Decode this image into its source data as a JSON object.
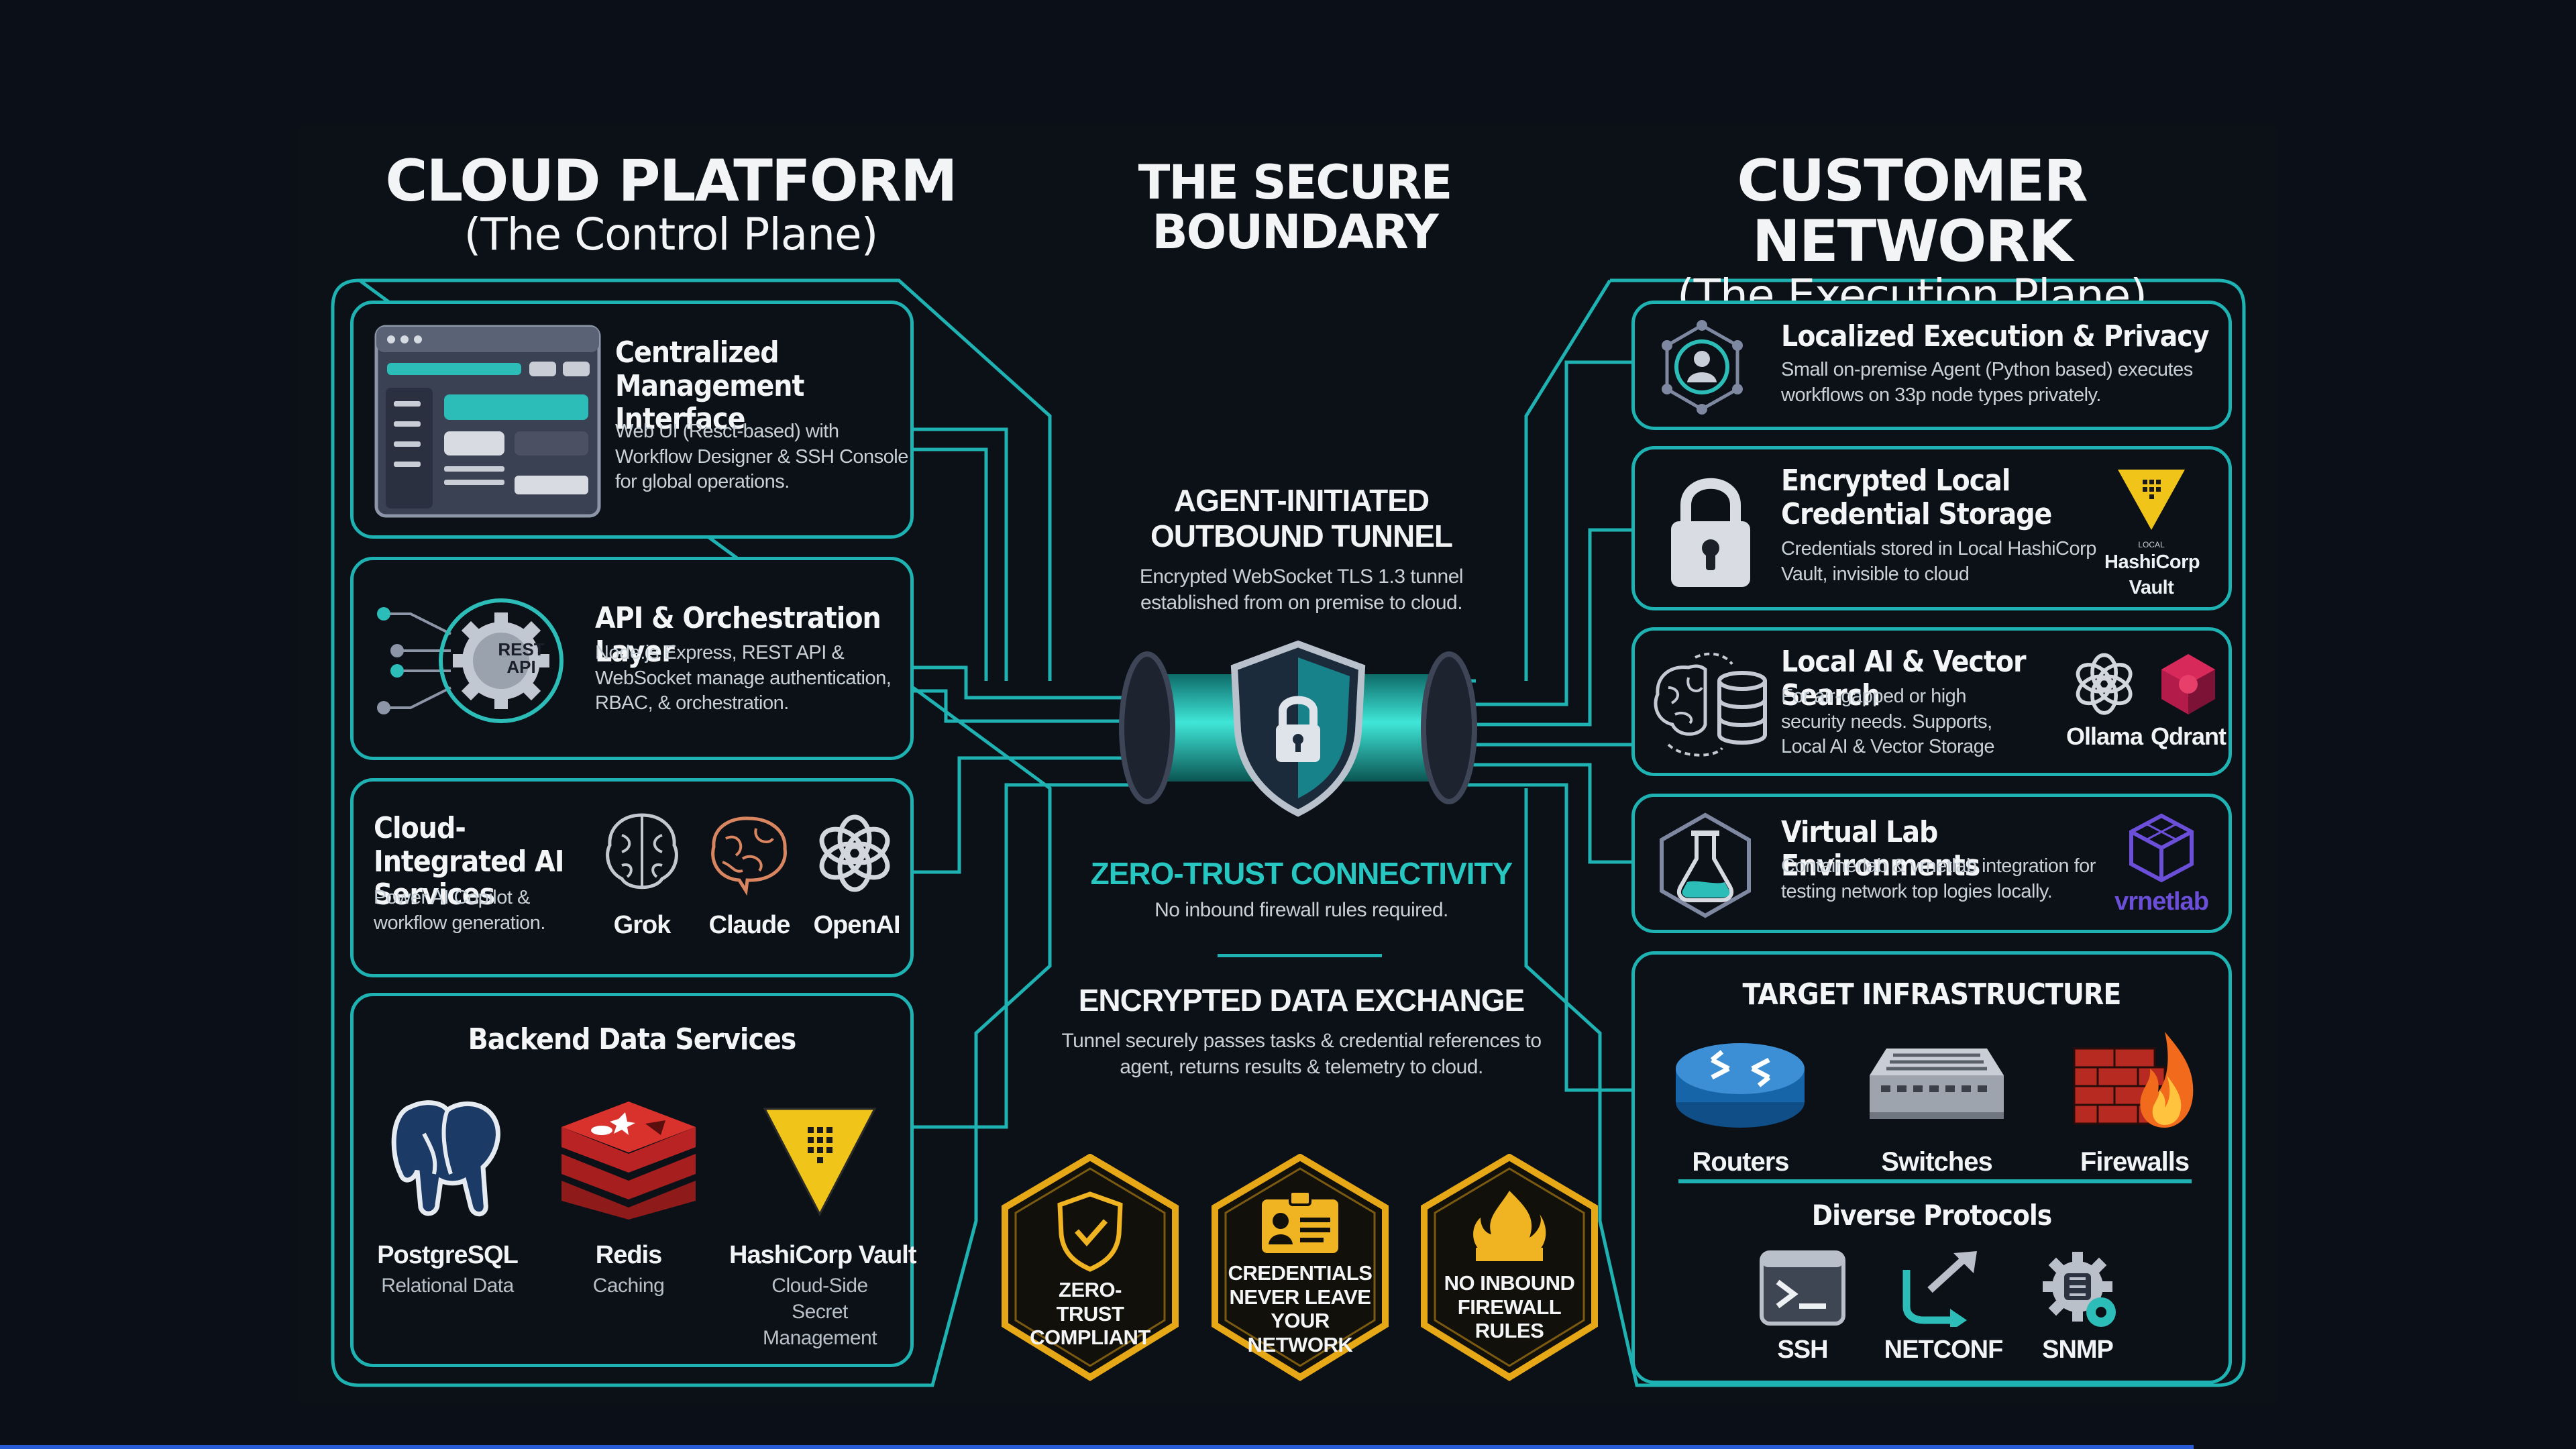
{
  "headings": {
    "cloud_title": "CLOUD PLATFORM",
    "cloud_sub": "(The Control Plane)",
    "boundary_line1": "THE SECURE",
    "boundary_line2": "BOUNDARY",
    "customer_title": "CUSTOMER NETWORK",
    "customer_sub": "(The Execution Plane)"
  },
  "cloud": {
    "mgmt": {
      "title": "Centralized Management Interface",
      "desc": "Web UI (Resct-based) with Workflow Designer & SSH Console for global operations."
    },
    "api": {
      "title": "API & Orchestration Layer",
      "desc": "Node.js Express, REST API & WebSocket manage authentication, RBAC, & orchestration.",
      "gear_label": "REST API"
    },
    "ai": {
      "title": "Cloud-Integrated AI Services",
      "desc": "Power AI Copilot & workflow generation.",
      "providers": [
        "Grok",
        "Claude",
        "OpenAI"
      ]
    },
    "backend": {
      "title": "Backend Data Services",
      "items": [
        {
          "name": "PostgreSQL",
          "sub": "Relational Data"
        },
        {
          "name": "Redis",
          "sub": "Caching"
        },
        {
          "name": "HashiCorp Vault",
          "sub": "Cloud-Side Secret Management"
        }
      ]
    }
  },
  "center": {
    "tunnel_title": "AGENT-INITIATED OUTBOUND TUNNEL",
    "tunnel_desc": "Encrypted WebSocket TLS 1.3 tunnel established from on premise to cloud.",
    "zt_title": "ZERO-TRUST CONNECTIVITY",
    "zt_desc": "No inbound firewall rules required.",
    "exchange_title": "ENCRYPTED DATA EXCHANGE",
    "exchange_desc": "Tunnel securely passes tasks & credential references to agent, returns results & telemetry to cloud.",
    "badges": [
      "ZERO-TRUST COMPLIANT",
      "CREDENTIALS NEVER LEAVE YOUR NETWORK",
      "NO INBOUND FIREWALL RULES"
    ]
  },
  "customer": {
    "exec": {
      "title": "Localized Execution & Privacy",
      "desc": "Small on-premise Agent (Python based) executes workflows on 33p node types privately."
    },
    "storage": {
      "title": "Encrypted Local Credential Storage",
      "desc": "Credentials stored in Local HashiCorp Vault, invisible to cloud",
      "vault_small": "LOCAL",
      "vault_label": "HashiCorp Vault"
    },
    "local_ai": {
      "title": "Local AI & Vector Search",
      "desc": "For air-gapped or high security needs. Supports, Local AI & Vector Storage",
      "providers": [
        "Ollama",
        "Qdrant"
      ]
    },
    "lab": {
      "title": "Virtual Lab Environments",
      "desc": "Containerlab & vrnetlab integration for testing network top logies locally.",
      "brand": "vrnetlab"
    },
    "infra": {
      "title": "TARGET INFRASTRUCTURE",
      "devices": [
        "Routers",
        "Switches",
        "Firewalls"
      ],
      "protocols_title": "Diverse Protocols",
      "protocols": [
        "SSH",
        "NETCONF",
        "SNMP"
      ]
    }
  },
  "colors": {
    "accent": "#1fb2b2",
    "gold": "#e7a818",
    "background": "#0c1118"
  }
}
